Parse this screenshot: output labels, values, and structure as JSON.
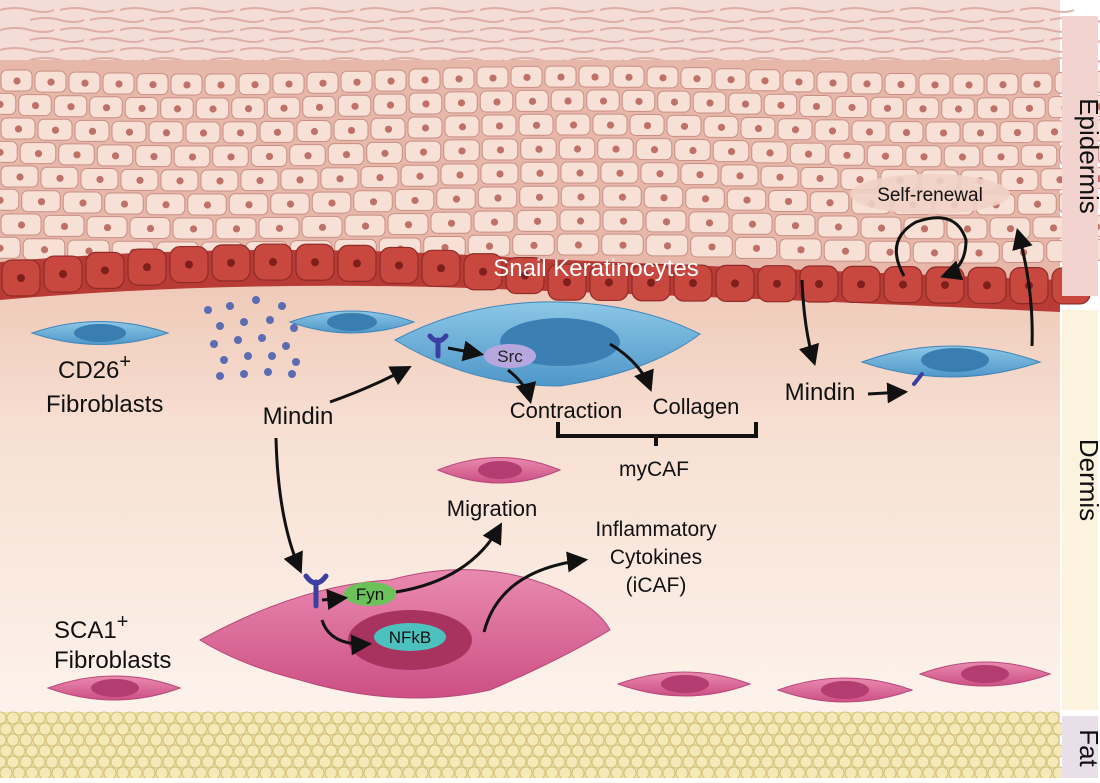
{
  "layers": {
    "epidermis": "Epidermis",
    "dermis": "Dermis",
    "fat": "Fat"
  },
  "labels": {
    "snail": "Snail Keratinocytes",
    "self_renewal": "Self-renewal",
    "cd26_main": "CD26",
    "cd26_sup": "+",
    "cd26_sub": "Fibroblasts",
    "sca1_main": "SCA1",
    "sca1_sup": "+",
    "sca1_sub": "Fibroblasts",
    "mindin_left": "Mindin",
    "mindin_right": "Mindin",
    "src": "Src",
    "contraction": "Contraction",
    "collagen": "Collagen",
    "mycaf": "myCAF",
    "migration": "Migration",
    "inflammatory_1": "Inflammatory",
    "inflammatory_2": "Cytokines",
    "inflammatory_3": "(iCAF)",
    "fyn": "Fyn",
    "nfkb": "NFkB"
  },
  "colors": {
    "epidermis_band": "#f2d3cf",
    "dermis_band": "#fbf3dd",
    "fat_band": "#e9dfe9",
    "keratinocyte_fill": "#f6ddd3",
    "keratinocyte_nucleus": "#c57d76",
    "basal_cell": "#c9483f",
    "dermis_top": "#f1d0c0",
    "dermis_bottom": "#fdf2ea",
    "fat": "#f0e2a8",
    "blue_cell": "#6fb2d9",
    "blue_nucleus": "#3e7fb0",
    "pink_cell": "#dc6e9a",
    "pink_nucleus": "#b63a6e",
    "src_badge": "#b6a8de",
    "fyn_badge": "#6cc25a",
    "nfkb_badge": "#4cc1be",
    "receptor": "#3b3fa0",
    "mindin_dots": "#5a6db3"
  }
}
